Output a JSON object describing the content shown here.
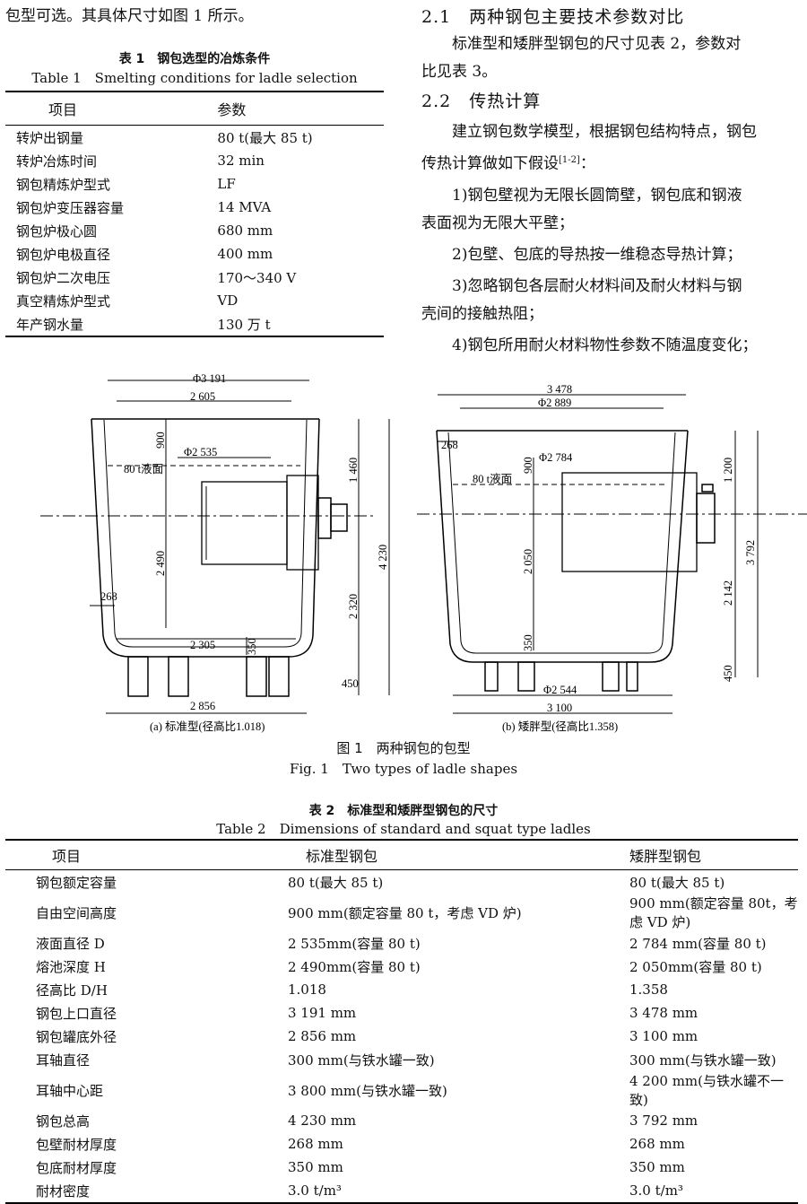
{
  "intro_line": "包型可选。其具体尺寸如图 1 所示。",
  "table1": {
    "caption_cn": "表 1　钢包选型的冶炼条件",
    "caption_en": "Table 1　Smelting conditions for ladle selection",
    "headers": [
      "项目",
      "参数"
    ],
    "rows": [
      [
        "转炉出钢量",
        "80 t(最大 85 t)"
      ],
      [
        "转炉冶炼时间",
        "32 min"
      ],
      [
        "钢包精炼炉型式",
        "LF"
      ],
      [
        "钢包炉变压器容量",
        "14 MVA"
      ],
      [
        "钢包炉极心圆",
        "680 mm"
      ],
      [
        "钢包炉电极直径",
        "400 mm"
      ],
      [
        "钢包炉二次电压",
        "170～340 V"
      ],
      [
        "真空精炼炉型式",
        "VD"
      ],
      [
        "年产钢水量",
        "130 万 t"
      ]
    ]
  },
  "sec21": {
    "heading": "2.1　两种钢包主要技术参数对比",
    "p1": "标准型和矮胖型钢包的尺寸见表 2，参数对",
    "p1b": "比见表 3。"
  },
  "sec22": {
    "heading": "2.2　传热计算",
    "lines": [
      "建立钢包数学模型，根据钢包结构特点，钢包",
      "传热计算做如下假设",
      "1)钢包壁视为无限长圆筒壁，钢包底和钢液",
      "表面视为无限大平壁；",
      "2)包壁、包底的导热按一维稳态导热计算；",
      "3)忽略钢包各层耐火材料间及耐火材料与钢",
      "壳间的接触热阻；",
      "4)钢包所用耐火材料物性参数不随温度变化；"
    ],
    "citation": "[1-2]",
    "citation_tail": "："
  },
  "figure": {
    "a": {
      "top_dia": "Φ3 191",
      "inner_top": "2 605",
      "free_h": "900",
      "liquid_dia": "Φ2 535",
      "level": "80 t液面",
      "depth": "2 490",
      "wall": "268",
      "bottom_inner": "2 305",
      "bottom_thk": "350",
      "h1460": "1 460",
      "h2320": "2 320",
      "h4230": "4 230",
      "h450": "450",
      "base": "2 856",
      "caption": "(a) 标准型(径高比1.018)"
    },
    "b": {
      "top_dia": "3 478",
      "inner_top": "Φ2 889",
      "wall": "268",
      "liquid_dia": "Φ2 784",
      "free_h": "900",
      "level": "80 t液面",
      "depth": "2 050",
      "bottom_thk": "350",
      "h1200": "1 200",
      "h2142": "2 142",
      "h3792": "3 792",
      "h450": "450",
      "bottom_dia": "Φ2 544",
      "base": "3 100",
      "caption": "(b) 矮胖型(径高比1.358)"
    },
    "caption_cn": "图 1　两种钢包的包型",
    "caption_en": "Fig. 1　Two types of ladle shapes"
  },
  "table2": {
    "caption_cn": "表 2　标准型和矮胖型钢包的尺寸",
    "caption_en": "Table 2　Dimensions of standard and squat type ladles",
    "headers": [
      "项目",
      "标准型钢包",
      "矮胖型钢包"
    ],
    "rows": [
      [
        "钢包额定容量",
        "80 t(最大 85 t)",
        "80 t(最大 85 t)"
      ],
      [
        "自由空间高度",
        "900 mm(额定容量 80 t，考虑 VD 炉)",
        "900 mm(额定容量 80t，考虑 VD 炉)"
      ],
      [
        "液面直径 D",
        "2 535mm(容量 80 t)",
        "2 784 mm(容量 80 t)"
      ],
      [
        "熔池深度 H",
        "2 490mm(容量 80 t)",
        "2 050mm(容量 80 t)"
      ],
      [
        "径高比 D/H",
        "1.018",
        "1.358"
      ],
      [
        "钢包上口直径",
        "3 191 mm",
        "3 478 mm"
      ],
      [
        "钢包罐底外径",
        "2 856 mm",
        "3 100 mm"
      ],
      [
        "耳轴直径",
        "300 mm(与铁水罐一致)",
        "300 mm(与铁水罐一致)"
      ],
      [
        "耳轴中心距",
        "3 800 mm(与铁水罐一致)",
        "4 200 mm(与铁水罐不一致)"
      ],
      [
        "钢包总高",
        "4 230 mm",
        "3 792 mm"
      ],
      [
        "包壁耐材厚度",
        "268 mm",
        "268 mm"
      ],
      [
        "包底耐材厚度",
        "350 mm",
        "350 mm"
      ],
      [
        "耐材密度",
        "3.0 t/m³",
        "3.0 t/m³"
      ]
    ]
  }
}
